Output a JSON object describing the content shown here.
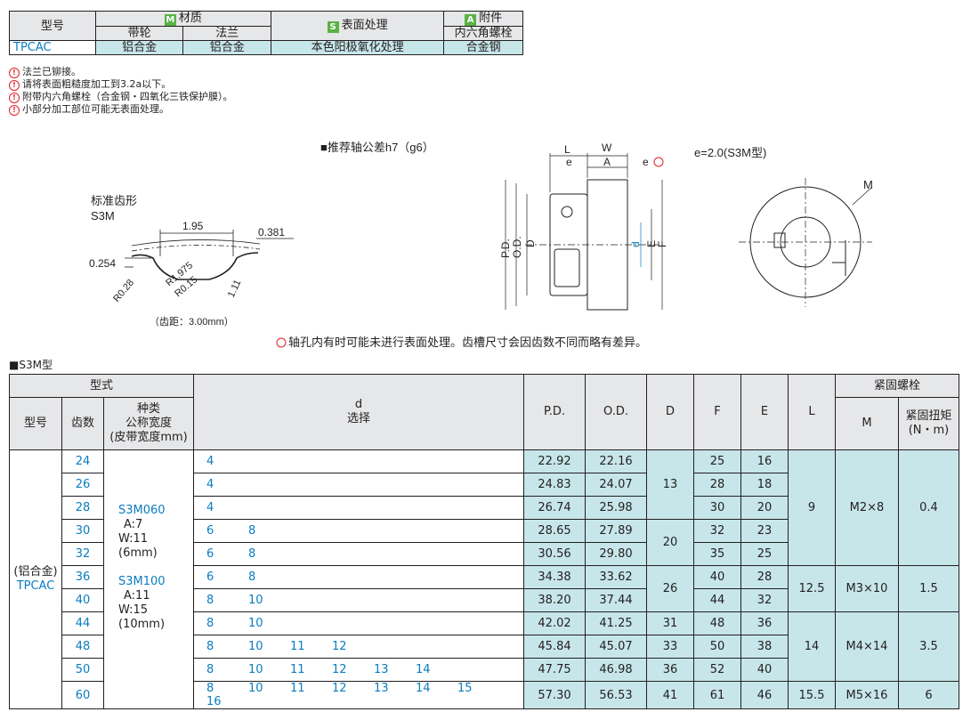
{
  "material": {
    "h_model": "型号",
    "h_material": "材质",
    "badge_m": "M",
    "h_surface": "表面处理",
    "badge_s": "S",
    "h_attach": "附件",
    "badge_a": "A",
    "h_pulley": "带轮",
    "h_flange": "法兰",
    "h_bolt": "内六角螺栓",
    "v_model": "TPCAC",
    "v_pulley": "铝合金",
    "v_flange": "铝合金",
    "v_surface": "本色阳极氧化处理",
    "v_bolt": "合金钢"
  },
  "notes": [
    "法兰已铆接。",
    "请将表面粗糙度加工到3.2a以下。",
    "附带内六角螺栓（合金钢・四氧化三铁保护膜）。",
    "小部分加工部位可能无表面处理。"
  ],
  "drawing": {
    "tolerance_title": "■推荐轴公差h7（g6）",
    "tooth_title": "标准齿形",
    "tooth_model": "S3M",
    "dim_195": "1.95",
    "dim_0381": "0.381",
    "dim_0254": "0.254",
    "dim_r1975": "R1.975",
    "dim_r015": "R0.15",
    "dim_r028": "R0.28",
    "dim_111": "1.11",
    "pitch": "（齿距：3.00mm）",
    "lab_L": "L",
    "lab_W": "W",
    "lab_e": "e",
    "lab_A": "A",
    "lab_e2": "e",
    "lab_PD": "P.D.",
    "lab_OD": "O.D.",
    "lab_D": "D",
    "lab_d": "d",
    "lab_E": "E",
    "lab_F": "F",
    "lab_M": "M",
    "e_value": "e=2.0(S3M型)",
    "note": "轴孔内有时可能未进行表面处理。齿槽尺寸会因齿数不同而略有差异。"
  },
  "table": {
    "section_title": "■S3M型",
    "h_type": "型式",
    "h_model": "型号",
    "h_teeth": "齿数",
    "h_kind": "种类\n公称宽度\n(皮带宽度mm)",
    "h_d": "d",
    "h_d2": "选择",
    "h_pd": "P.D.",
    "h_od": "O.D.",
    "h_D": "D",
    "h_F": "F",
    "h_E": "E",
    "h_L": "L",
    "h_bolt": "紧固螺栓",
    "h_M": "M",
    "h_torque": "紧固扭矩\n(N・m)",
    "model_1": "(铝合金)",
    "model_2": "TPCAC",
    "kind_1": "S3M060",
    "kind_1a": "A:7",
    "kind_1b": "W:11",
    "kind_1c": "(6mm)",
    "kind_2": "S3M100",
    "kind_2a": "A:11",
    "kind_2b": "W:15",
    "kind_2c": "(10mm)",
    "rows": [
      {
        "teeth": "24",
        "d": [
          "4"
        ],
        "pd": "22.92",
        "od": "22.16",
        "F": "25",
        "E": "16"
      },
      {
        "teeth": "26",
        "d": [
          "4"
        ],
        "pd": "24.83",
        "od": "24.07",
        "F": "28",
        "E": "18"
      },
      {
        "teeth": "28",
        "d": [
          "4"
        ],
        "pd": "26.74",
        "od": "25.98",
        "F": "30",
        "E": "20"
      },
      {
        "teeth": "30",
        "d": [
          "6",
          "8"
        ],
        "pd": "28.65",
        "od": "27.89",
        "F": "32",
        "E": "23"
      },
      {
        "teeth": "32",
        "d": [
          "6",
          "8"
        ],
        "pd": "30.56",
        "od": "29.80",
        "F": "35",
        "E": "25"
      },
      {
        "teeth": "36",
        "d": [
          "6",
          "8"
        ],
        "pd": "34.38",
        "od": "33.62",
        "F": "40",
        "E": "28"
      },
      {
        "teeth": "40",
        "d": [
          "8",
          "10"
        ],
        "pd": "38.20",
        "od": "37.44",
        "F": "44",
        "E": "32"
      },
      {
        "teeth": "44",
        "d": [
          "8",
          "10"
        ],
        "pd": "42.02",
        "od": "41.25",
        "F": "48",
        "E": "36"
      },
      {
        "teeth": "48",
        "d": [
          "8",
          "10",
          "11",
          "12"
        ],
        "pd": "45.84",
        "od": "45.07",
        "F": "50",
        "E": "38"
      },
      {
        "teeth": "50",
        "d": [
          "8",
          "10",
          "11",
          "12",
          "13",
          "14"
        ],
        "pd": "47.75",
        "od": "46.98",
        "F": "52",
        "E": "40"
      },
      {
        "teeth": "60",
        "d": [
          "8",
          "10",
          "11",
          "12",
          "13",
          "14",
          "15",
          "16"
        ],
        "pd": "57.30",
        "od": "56.53",
        "F": "61",
        "E": "46"
      }
    ],
    "D_vals": [
      "13",
      "20",
      "26",
      "31",
      "33",
      "36",
      "41"
    ],
    "L_vals": [
      "9",
      "12.5",
      "14",
      "15.5"
    ],
    "M_vals": [
      "M2×8",
      "M3×10",
      "M4×14",
      "M5×16"
    ],
    "T_vals": [
      "0.4",
      "1.5",
      "3.5",
      "6"
    ]
  }
}
